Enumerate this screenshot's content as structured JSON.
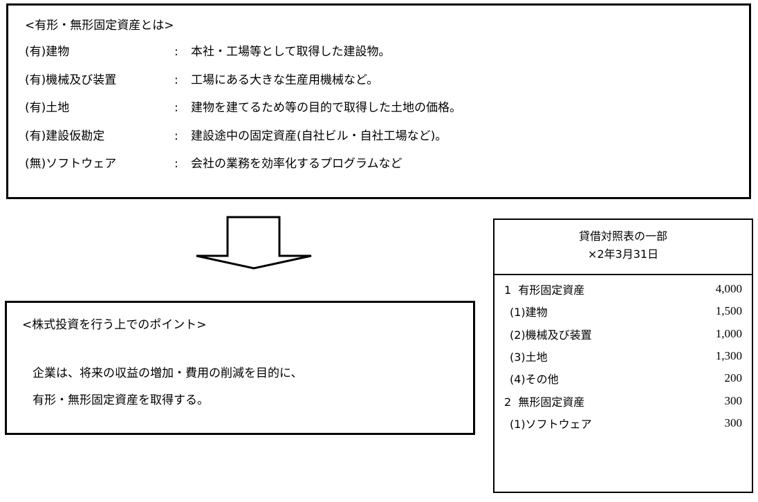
{
  "definitions": {
    "title": "<有形・無形固定資産とは>",
    "items": [
      {
        "term": "(有)建物",
        "sep": ":",
        "desc": "本社・工場等として取得した建設物。"
      },
      {
        "term": "(有)機械及び装置",
        "sep": ":",
        "desc": "工場にある大きな生産用機械など。"
      },
      {
        "term": "(有)土地",
        "sep": ":",
        "desc": "建物を建てるため等の目的で取得した土地の価格。"
      },
      {
        "term": "(有)建設仮勘定",
        "sep": ":",
        "desc": "建設途中の固定資産(自社ビル・自社工場など)。"
      },
      {
        "term": "(無)ソフトウェア",
        "sep": ":",
        "desc": "会社の業務を効率化するプログラムなど"
      }
    ]
  },
  "arrow": {
    "icon": "down-arrow-icon"
  },
  "point": {
    "title": "<株式投資を行う上でのポイント>",
    "lines": [
      "企業は、将来の収益の増加・費用の削減を目的に、",
      "有形・無形固定資産を取得する。"
    ]
  },
  "balance_sheet": {
    "title": "貸借対照表の一部",
    "date": "×2年3月31日",
    "rows": [
      {
        "label": "1  有形固定資産",
        "amount": "4,000",
        "level": "section"
      },
      {
        "label": "(1)建物",
        "amount": "1,500",
        "level": "sub"
      },
      {
        "label": "(2)機械及び装置",
        "amount": "1,000",
        "level": "sub"
      },
      {
        "label": "(3)土地",
        "amount": "1,300",
        "level": "sub"
      },
      {
        "label": "(4)その他",
        "amount": "200",
        "level": "sub"
      },
      {
        "label": "2  無形固定資産",
        "amount": "300",
        "level": "section"
      },
      {
        "label": "(1)ソフトウェア",
        "amount": "300",
        "level": "sub"
      }
    ]
  }
}
